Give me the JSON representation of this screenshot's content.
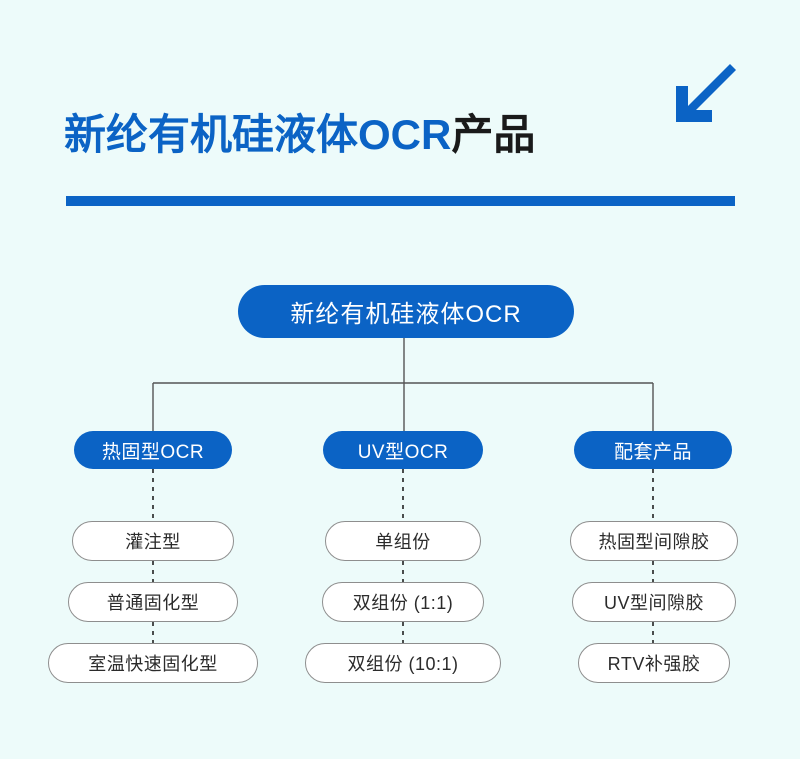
{
  "header": {
    "title_blue": "新纶有机硅液体OCR",
    "title_dark": "产品",
    "arrow_icon": "arrow-down-left-icon",
    "accent_color": "#0b63c5",
    "background_color": "#edfbfa"
  },
  "flowchart": {
    "type": "tree",
    "root": {
      "label": "新纶有机硅液体OCR",
      "fill": "#0b63c5",
      "text_color": "#ffffff"
    },
    "branches": [
      {
        "label": "热固型OCR",
        "fill": "#0b63c5",
        "text_color": "#ffffff",
        "children": [
          {
            "label": "灌注型"
          },
          {
            "label": "普通固化型"
          },
          {
            "label": "室温快速固化型"
          }
        ]
      },
      {
        "label": "UV型OCR",
        "fill": "#0b63c5",
        "text_color": "#ffffff",
        "children": [
          {
            "label": "单组份"
          },
          {
            "label": "双组份 (1:1)"
          },
          {
            "label": "双组份 (10:1)"
          }
        ]
      },
      {
        "label": "配套产品",
        "fill": "#0b63c5",
        "text_color": "#ffffff",
        "children": [
          {
            "label": "热固型间隙胶"
          },
          {
            "label": "UV型间隙胶"
          },
          {
            "label": "RTV补强胶"
          }
        ]
      }
    ]
  }
}
